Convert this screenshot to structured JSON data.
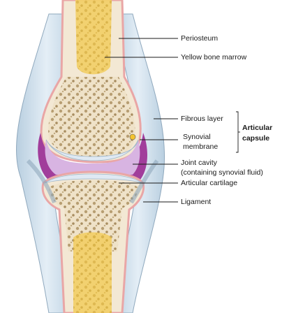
{
  "labels": {
    "periosteum": "Periosteum",
    "yellow_marrow": "Yellow bone marrow",
    "fibrous_layer": "Fibrous layer",
    "synovial_line1": "Synovial",
    "synovial_line2": "membrane",
    "articular_capsule_line1": "Articular",
    "articular_capsule_line2": "capsule",
    "joint_cavity_line1": "Joint cavity",
    "joint_cavity_line2": "(containing synovial fluid)",
    "articular_cartilage": "Articular cartilage",
    "ligament": "Ligament"
  },
  "colors": {
    "bone_fill": "#f3e8d4",
    "spongy_bone": "#e8d5b0",
    "marrow": "#f4c430",
    "cartilage": "#dfe9f3",
    "synovial_membrane": "#a13d9b",
    "joint_cavity": "#d8b4e2",
    "fibrous_capsule": "#cfe1ee",
    "periosteum": "#e9a6a6",
    "ligament": "#c9dbe9",
    "leader_line": "#1a1a1a"
  }
}
